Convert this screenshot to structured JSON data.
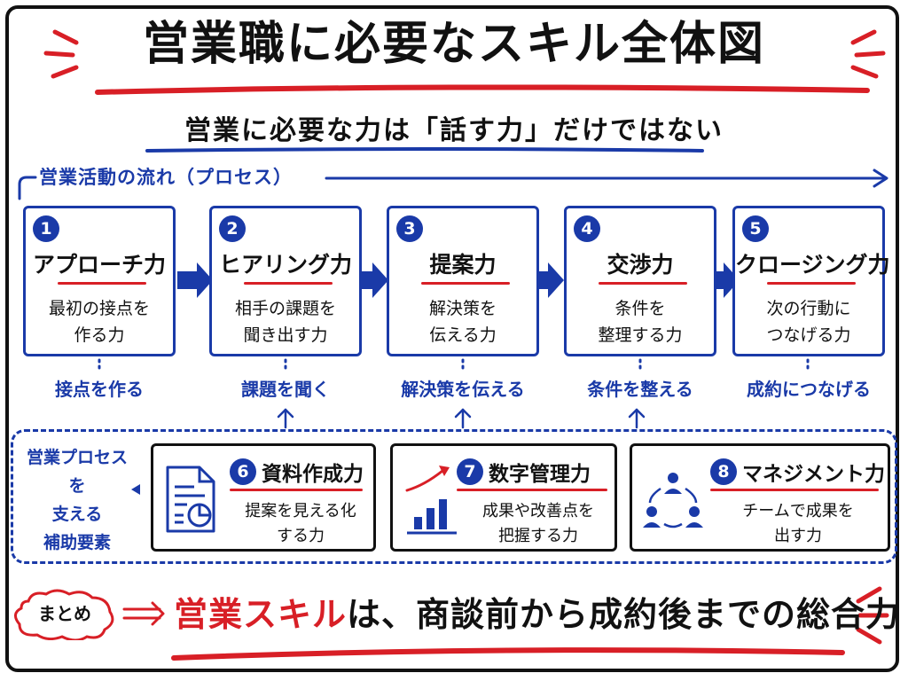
{
  "title": "営業職に必要なスキル全体図",
  "subtitle": "営業に必要な力は「話す力」だけではない",
  "process_label": "営業活動の流れ（プロセス）",
  "steps": [
    {
      "num": "1",
      "name": "アプローチ力",
      "desc": "最初の接点を\n作る力",
      "outcome": "接点を作る"
    },
    {
      "num": "2",
      "name": "ヒアリング力",
      "desc": "相手の課題を\n聞き出す力",
      "outcome": "課題を聞く"
    },
    {
      "num": "3",
      "name": "提案力",
      "desc": "解決策を\n伝える力",
      "outcome": "解決策を伝える"
    },
    {
      "num": "4",
      "name": "交渉力",
      "desc": "条件を\n整理する力",
      "outcome": "条件を整える"
    },
    {
      "num": "5",
      "name": "クロージング力",
      "desc": "次の行動に\nつなげる力",
      "outcome": "成約につなげる"
    }
  ],
  "support_label": "営業プロセスを\n支える\n補助要素",
  "supports": [
    {
      "num": "6",
      "name": "資料作成力",
      "desc": "提案を見える化\nする力",
      "icon": "document-chart-icon"
    },
    {
      "num": "7",
      "name": "数字管理力",
      "desc": "成果や改善点を\n把握する力",
      "icon": "bar-chart-growth-icon"
    },
    {
      "num": "8",
      "name": "マネジメント力",
      "desc": "チームで成果を\n出す力",
      "icon": "team-cycle-icon"
    }
  ],
  "summary": {
    "label": "まとめ",
    "highlight": "営業スキル",
    "text": "は、商談前から成約後までの総合力"
  },
  "colors": {
    "blue": "#1a3aa8",
    "red": "#d81f26",
    "ink": "#111111"
  }
}
